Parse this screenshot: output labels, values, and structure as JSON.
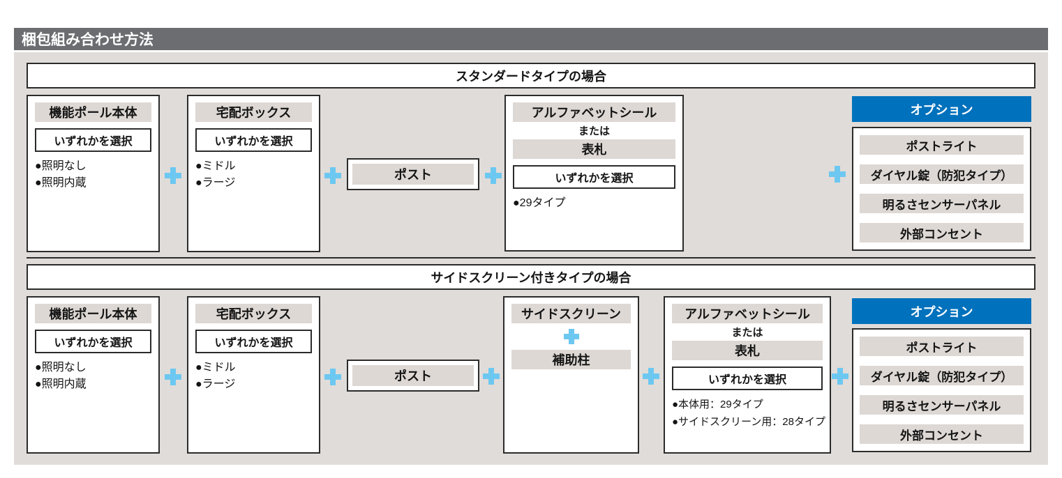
{
  "title_bar": {
    "label": "梱包組み合わせ方法"
  },
  "colors": {
    "title_bar_bg": "#6b6d70",
    "panel_bg": "#e0dcd9",
    "box_header_bg": "#ddd8d4",
    "option_header_bg": "#0071bc",
    "plus_icon": "#6dc8f1",
    "border": "#2b2b2b"
  },
  "sections": [
    {
      "title": "スタンダードタイプの場合",
      "pole": {
        "title": "機能ポール本体",
        "select": "いずれかを選択",
        "bullets": [
          "●照明なし",
          "●照明内蔵"
        ]
      },
      "delivery": {
        "title": "宅配ボックス",
        "select": "いずれかを選択",
        "bullets": [
          "●ミドル",
          "●ラージ"
        ]
      },
      "post": {
        "label": "ポスト"
      },
      "nameplate": {
        "title": "アルファベットシール",
        "or_label": "または",
        "alt_title": "表札",
        "select": "いずれかを選択",
        "bullets": [
          "●29タイプ"
        ]
      },
      "options": {
        "title": "オプション",
        "items": [
          "ポストライト",
          "ダイヤル錠（防犯タイプ）",
          "明るさセンサーパネル",
          "外部コンセント"
        ]
      }
    },
    {
      "title": "サイドスクリーン付きタイプの場合",
      "pole": {
        "title": "機能ポール本体",
        "select": "いずれかを選択",
        "bullets": [
          "●照明なし",
          "●照明内蔵"
        ]
      },
      "delivery": {
        "title": "宅配ボックス",
        "select": "いずれかを選択",
        "bullets": [
          "●ミドル",
          "●ラージ"
        ]
      },
      "post": {
        "label": "ポスト"
      },
      "sidescreen": {
        "title": "サイドスクリーン",
        "sub_title": "補助柱"
      },
      "nameplate": {
        "title": "アルファベットシール",
        "or_label": "または",
        "alt_title": "表札",
        "select": "いずれかを選択",
        "bullets": [
          "●本体用：29タイプ",
          "●サイドスクリーン用：28タイプ"
        ]
      },
      "options": {
        "title": "オプション",
        "items": [
          "ポストライト",
          "ダイヤル錠（防犯タイプ）",
          "明るさセンサーパネル",
          "外部コンセント"
        ]
      }
    }
  ]
}
